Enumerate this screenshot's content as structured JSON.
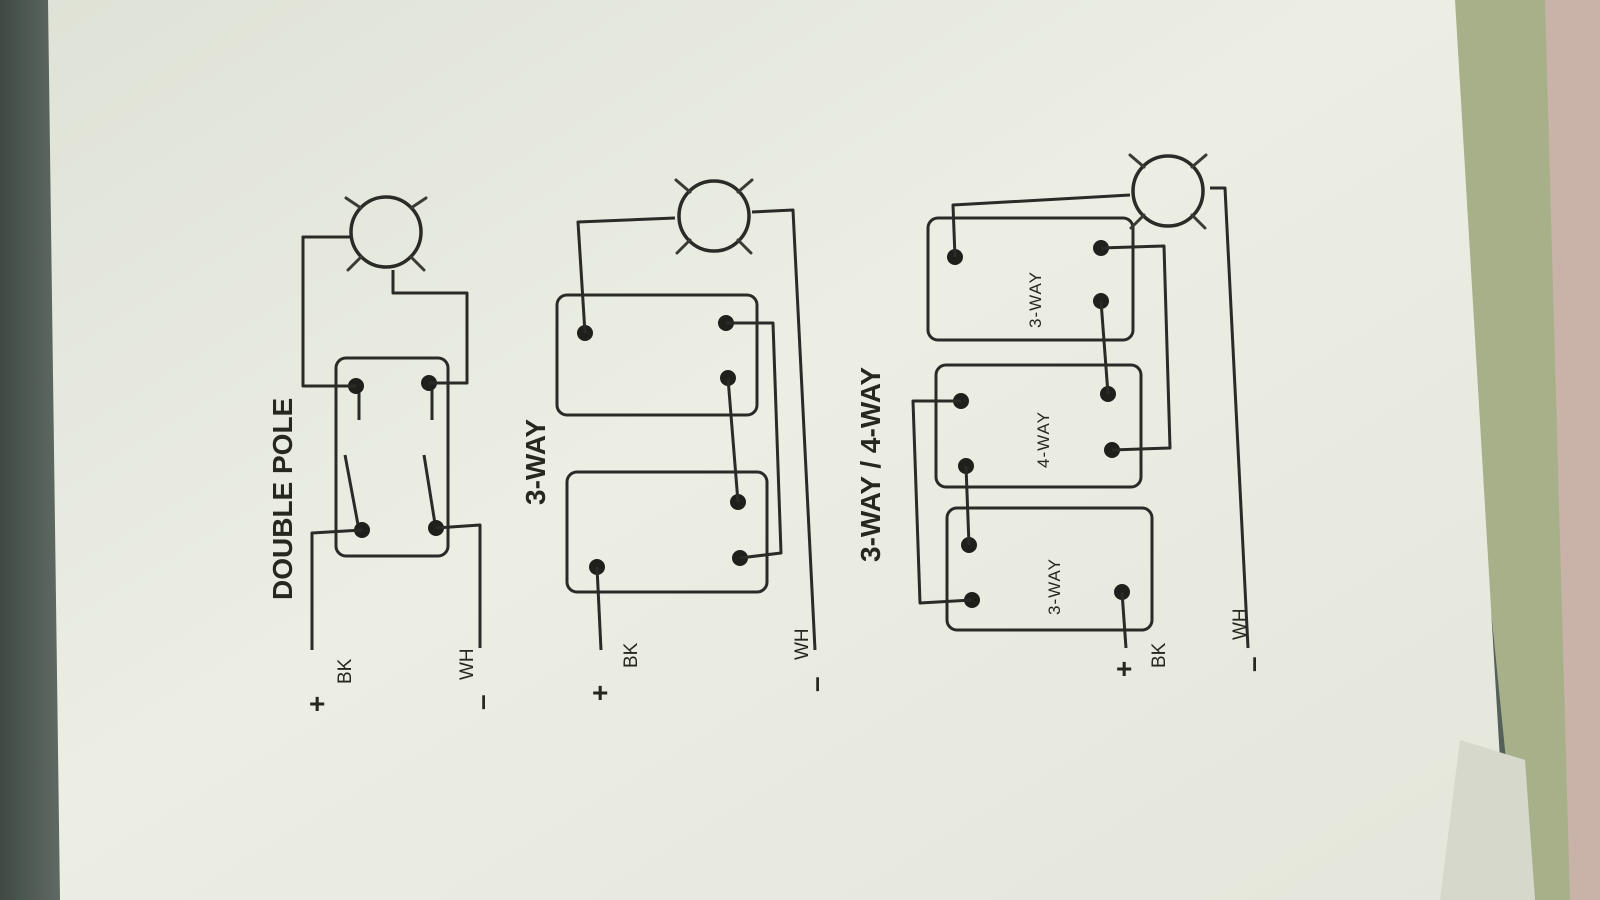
{
  "sections": {
    "double_pole": {
      "title": "DOUBLE POLE",
      "plus": "+",
      "bk": "BK",
      "wh": "WH",
      "minus": "–"
    },
    "three_way": {
      "title": "3-WAY",
      "plus": "+",
      "bk": "BK",
      "wh": "WH",
      "minus": "–"
    },
    "three_four_way": {
      "title": "3-WAY / 4-WAY",
      "plus": "+",
      "bk": "BK",
      "wh": "WH",
      "minus": "–",
      "switch_a": "3-WAY",
      "switch_b": "4-WAY",
      "switch_c": "3-WAY"
    }
  },
  "colors": {
    "ink": "#2a2b27",
    "paper": "#e8eadf",
    "background": "#55605a"
  }
}
